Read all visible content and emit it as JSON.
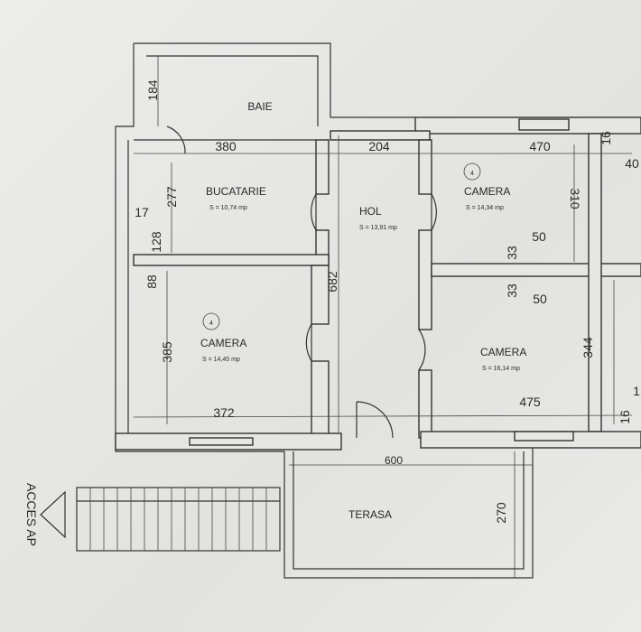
{
  "rooms": {
    "baie": {
      "name": "BAIE"
    },
    "bucatarie": {
      "name": "BUCATARIE",
      "area": "S = 10,74 mp"
    },
    "hol": {
      "name": "HOL",
      "area": "S = 13,91 mp"
    },
    "camera_ne": {
      "name": "CAMERA",
      "area": "S = 14,34 mp",
      "badge": "4"
    },
    "camera_w": {
      "name": "CAMERA",
      "area": "S = 14,45 mp",
      "badge": "4"
    },
    "camera_se": {
      "name": "CAMERA",
      "area": "S = 16,14 mp"
    },
    "terasa": {
      "name": "TERASA"
    }
  },
  "dimensions": {
    "baie_h": "184",
    "buc_w": "380",
    "hol_w": "204",
    "cam_ne_w": "470",
    "d16a": "16",
    "d40": "40",
    "d277": "277",
    "d17": "17",
    "d128": "128",
    "d88": "88",
    "d385": "385",
    "d682": "682",
    "d310": "310",
    "d33a": "33",
    "d50a": "50",
    "d33b": "33",
    "d50b": "50",
    "d344": "344",
    "d372": "372",
    "d475": "475",
    "d16b": "16",
    "d1": "1",
    "d600": "600",
    "d270": "270"
  },
  "access": {
    "label": "ACCES AP"
  }
}
